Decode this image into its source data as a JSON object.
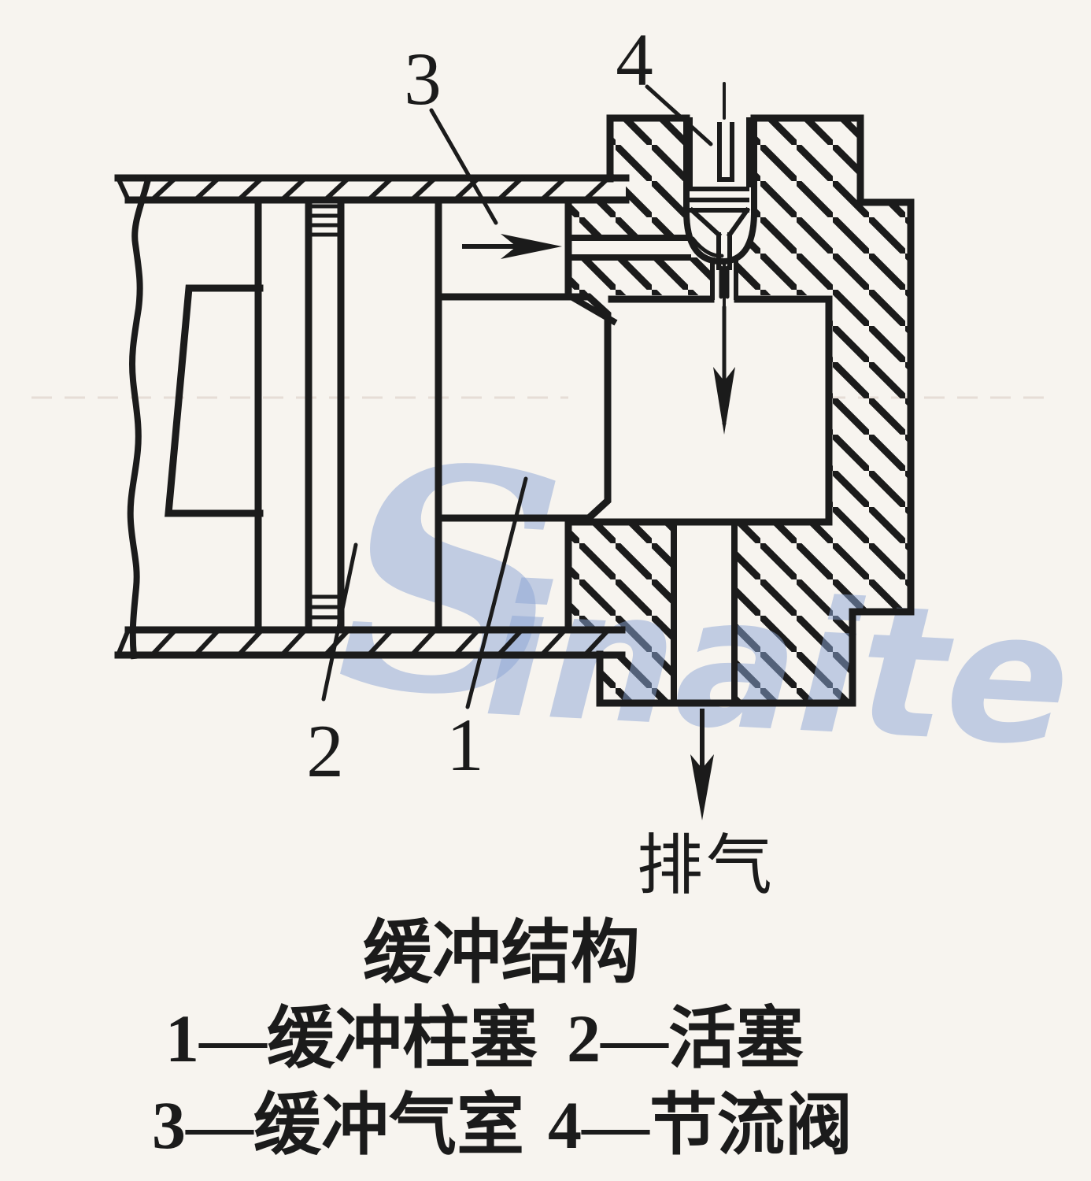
{
  "figure": {
    "caption_title": "缓冲结构",
    "legend_rows": [
      {
        "left": "1—缓冲柱塞",
        "right": "2—活塞"
      },
      {
        "left": "3—缓冲气室",
        "right": "4—节流阀"
      }
    ],
    "exhaust_label": "排气",
    "callouts": {
      "cushion_plunger": "1",
      "piston": "2",
      "cushion_chamber": "3",
      "throttle_valve": "4"
    },
    "watermark": {
      "initial": "S",
      "rest": "inaite"
    }
  },
  "colors": {
    "paper": "#f7f4ef",
    "ink": "#1b1b1b",
    "watermark": "#8ca6d6"
  }
}
